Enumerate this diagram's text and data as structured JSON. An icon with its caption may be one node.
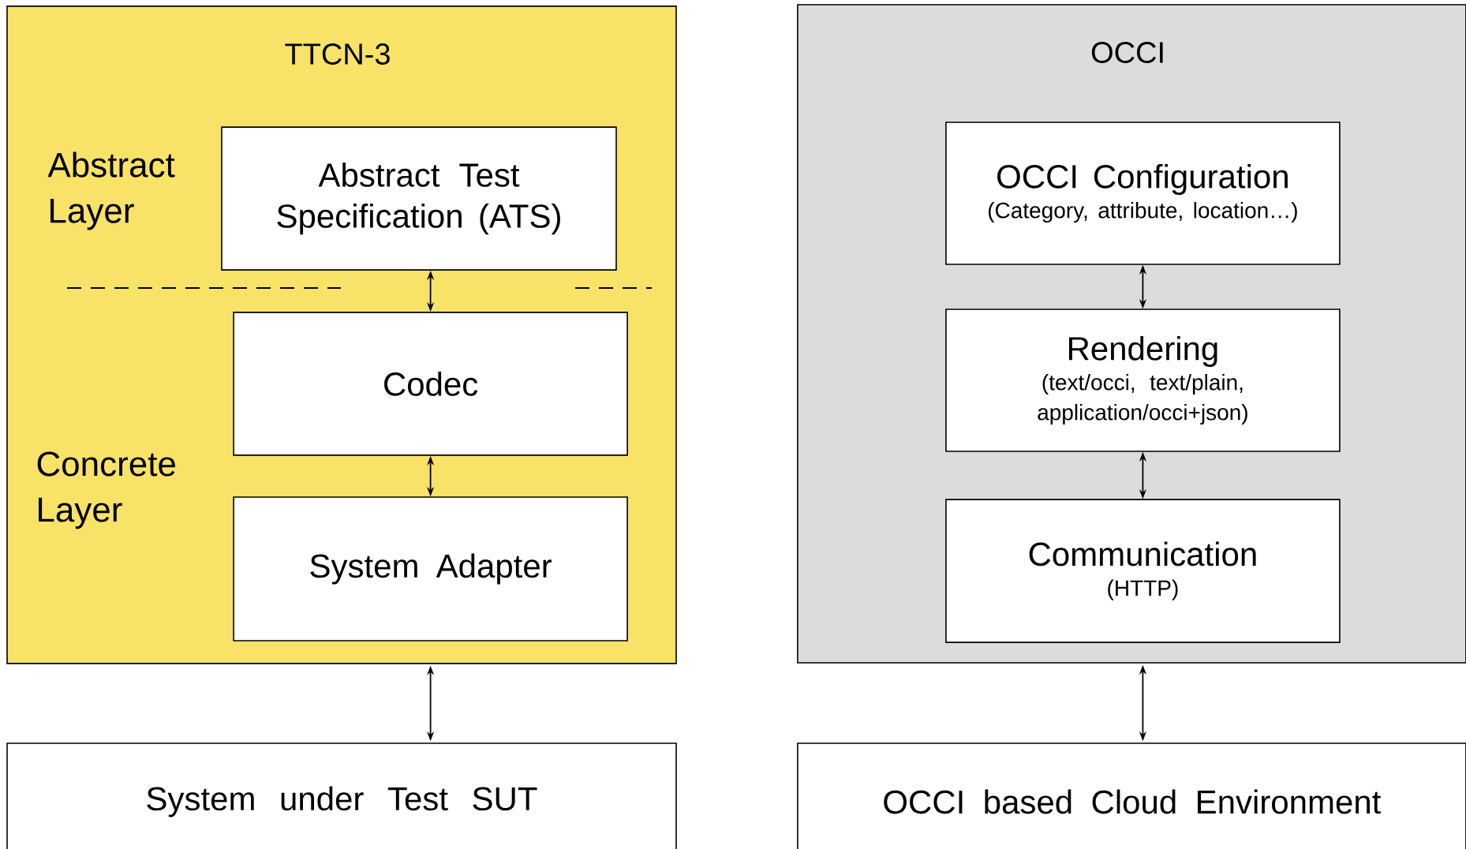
{
  "diagram": {
    "nodes": [
      {
        "text": [
          "TTCN-3"
        ]
      },
      {
        "text": [
          "Abstract Test Specification (ATS)"
        ],
        "in": 0
      },
      {
        "text": [
          "Codec"
        ],
        "in": 0
      },
      {
        "text": [
          "System Adapter"
        ],
        "in": 0
      },
      {
        "text": [
          "System under Test SUT"
        ]
      },
      {
        "text": [
          "OCCI"
        ]
      },
      {
        "text": [
          "OCCI Configuration",
          "(Category, attribute, location…)"
        ],
        "in": 5
      },
      {
        "text": [
          "Rendering",
          "(text/occi, text/plain, application/occi+json)"
        ],
        "in": 5
      },
      {
        "text": [
          "Communication",
          "(HTTP)"
        ],
        "in": 5
      },
      {
        "text": [
          "OCCI based Cloud Environment"
        ]
      }
    ],
    "edges": [
      {
        "from": 1,
        "to": 2,
        "arrow": "both"
      },
      {
        "from": 2,
        "to": 3,
        "arrow": "both"
      },
      {
        "from": 0,
        "to": 4,
        "arrow": "both"
      },
      {
        "from": 6,
        "to": 7,
        "arrow": "both"
      },
      {
        "from": 7,
        "to": 8,
        "arrow": "both"
      },
      {
        "from": 5,
        "to": 9,
        "arrow": "both"
      }
    ],
    "labels": [
      "Abstract Layer",
      "Concrete Layer"
    ]
  }
}
